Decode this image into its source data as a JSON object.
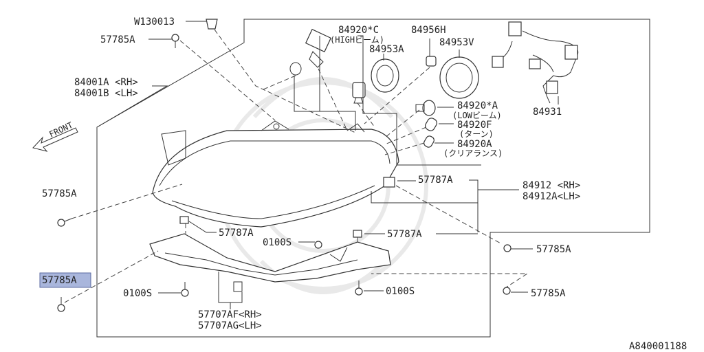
{
  "diagram": {
    "ref_code": "A840001188",
    "front_label": "FRONT",
    "labels": {
      "w130013": "W130013",
      "p57785a_top": "57785A",
      "p84001a": "84001A <RH>",
      "p84001b": "84001B <LH>",
      "p57785a_left": "57785A",
      "p57785a_selected": "57785A",
      "p84920c": "84920*C",
      "p84920c_sub": "(HIGHビーム)",
      "p84956h": "84956H",
      "p84953a": "84953A",
      "p84953v": "84953V",
      "p84931": "84931",
      "p84920a_star": "84920*A",
      "p84920a_star_sub": "(LOWビーム)",
      "p84920f": "84920F",
      "p84920f_sub": "(ターン)",
      "p84920a": "84920A",
      "p84920a_sub": "(クリアランス)",
      "p57787a_right": "57787A",
      "p84912": "84912 <RH>",
      "p84912a": "84912A<LH>",
      "p57787a_left": "57787A",
      "p57787a_mid": "57787A",
      "p0100s_mid": "0100S",
      "p57785a_r1": "57785A",
      "p0100s_left": "0100S",
      "p0100s_right": "0100S",
      "p57785a_r2": "57785A",
      "p57707af": "57707AF<RH>",
      "p57707ag": "57707AG<LH>"
    }
  }
}
